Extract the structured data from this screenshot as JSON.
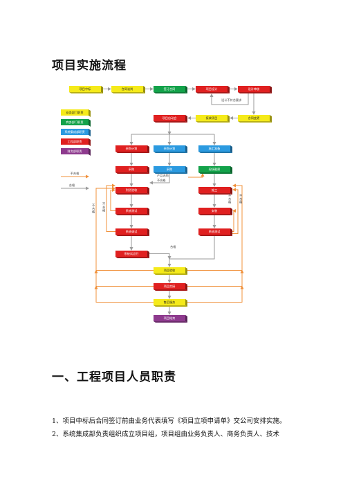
{
  "page": {
    "title": "项目实施流程",
    "section_heading": "一、工程项目人员职责",
    "paragraphs": [
      "1、项目中标后合同签订前由业务代表填写《项目立项申请单》交公司安排实施。",
      "2、系统集成部负责组织成立项目组，项目组由业务负责人、商务负责人、技术"
    ]
  },
  "flow": {
    "colors": {
      "yellow": "#f5ea1a",
      "red": "#e02020",
      "green": "#13a24a",
      "blue": "#2b9ae0",
      "purple": "#8e3a8e",
      "orange": "#f0903a",
      "gray": "#9a9a9a"
    },
    "legend": [
      {
        "label": "业务部门职责",
        "color": "yellow"
      },
      {
        "label": "商务部门职责",
        "color": "green"
      },
      {
        "label": "系统集成部职责",
        "color": "blue"
      },
      {
        "label": "工程部职责",
        "color": "red"
      },
      {
        "label": "财务部职责",
        "color": "purple"
      }
    ],
    "legend_lines": {
      "reject": "不合格",
      "pass": "合格"
    },
    "boxes": {
      "b_win": "项目中标",
      "b_contract": "合同谈判",
      "b_sign": "签订合同",
      "b_design": "项目设计",
      "b_review": "设计审核",
      "b_kickoff": "项目启动会",
      "b_receive": "接收项目",
      "b_change": "合同变更",
      "b_proc_l": "采购计划",
      "b_proc_m": "采购计划",
      "b_proc_r": "施工准备",
      "b_exec_l": "采购",
      "b_exec_m": "采购",
      "b_exec_r": "现场勘察",
      "b_arrive": "到货验收",
      "b_construct": "施工",
      "b_test1": "系统测试",
      "b_install": "安装",
      "b_test2": "系统调试",
      "b_test3": "系统测试",
      "b_trial": "系统试运行",
      "b_accept": "项目验收",
      "b_handover": "项目交接",
      "b_after": "售后服务",
      "b_close": "项目结束"
    },
    "annotations": {
      "design_note": "设计不符合要求",
      "stock_note": "产品选购",
      "reject": "不合格",
      "pass": "合格"
    }
  }
}
